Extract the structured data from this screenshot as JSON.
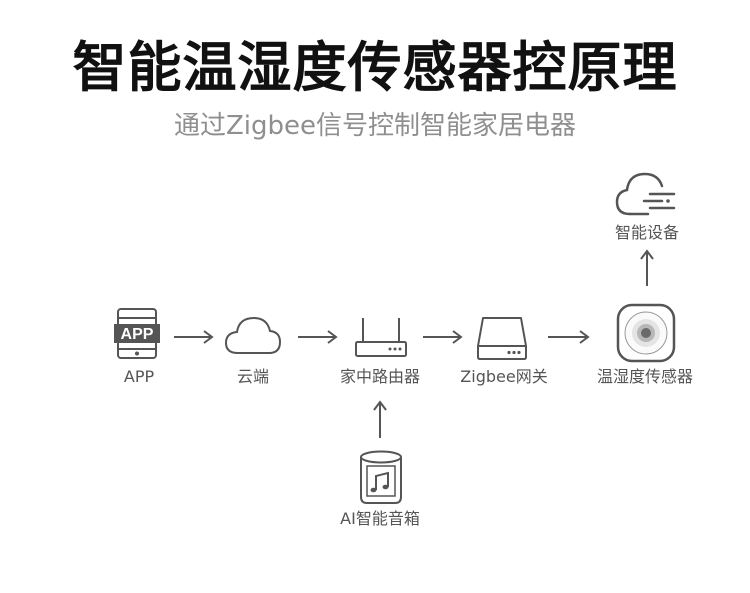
{
  "header": {
    "title": "智能温湿度传感器控原理",
    "subtitle": "通过Zigbee信号控制智能家居电器"
  },
  "nodes": {
    "app": {
      "label": "APP",
      "badge": "APP",
      "icon": "smartphone-app-icon"
    },
    "cloud": {
      "label": "云端",
      "icon": "cloud-icon"
    },
    "router": {
      "label": "家中路由器",
      "icon": "wifi-router-icon"
    },
    "gateway": {
      "label": "Zigbee网关",
      "icon": "zigbee-gateway-icon"
    },
    "sensor": {
      "label": "温湿度传感器",
      "icon": "temperature-humidity-sensor-icon"
    },
    "smart_devices": {
      "label": "智能设备",
      "icon": "smart-cloud-device-icon"
    },
    "speaker": {
      "label": "AI智能音箱",
      "icon": "smart-speaker-icon"
    }
  },
  "colors": {
    "icon": "#555555",
    "arrow": "#555555",
    "title": "#111111",
    "subtitle": "#8f8f8f"
  }
}
